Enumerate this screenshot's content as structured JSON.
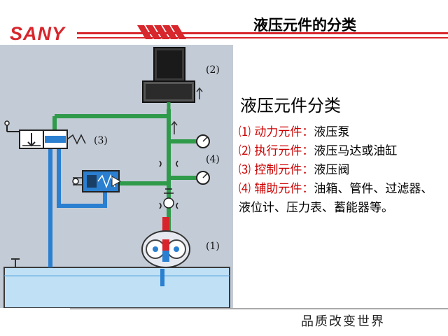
{
  "header": {
    "logo_text": "SANY",
    "title": "液压元件的分类"
  },
  "diagram": {
    "labels": {
      "cylinder": "(2)",
      "valve": "(3)",
      "gauges": "(4)",
      "pump": "(1)"
    },
    "colors": {
      "pressure_line": "#2e9a4a",
      "supply_line": "#2a7fd0",
      "pump_outlet": "#d8242b",
      "tank_fluid": "#bfe0f5",
      "panel": "#c3cbd6"
    }
  },
  "content": {
    "heading": "液压元件分类",
    "items": [
      {
        "num": "⑴",
        "category": "动力元件：",
        "example": "液压泵"
      },
      {
        "num": "⑵",
        "category": "执行元件：",
        "example": "液压马达或油缸"
      },
      {
        "num": "⑶",
        "category": "控制元件：",
        "example": "液压阀"
      },
      {
        "num": "⑷",
        "category": "辅助元件：",
        "example": "油箱、管件、过滤器、液位计、压力表、蓄能器等。"
      }
    ]
  },
  "footer": {
    "motto": "品质改变世界"
  },
  "theme": {
    "brand_red": "#d7262c",
    "accent_red": "#cc0000"
  }
}
